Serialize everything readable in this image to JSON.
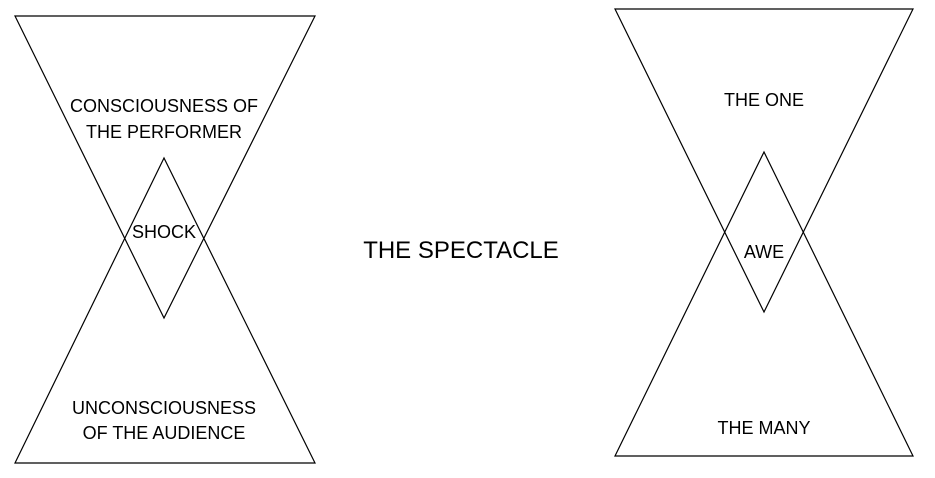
{
  "diagram": {
    "left_figure": {
      "top_label_line1": "CONSCIOUSNESS OF",
      "top_label_line2": "THE PERFORMER",
      "center_label": "SHOCK",
      "bottom_label_line1": "UNCONSCIOUSNESS",
      "bottom_label_line2": "OF THE AUDIENCE"
    },
    "center_title": "THE SPECTACLE",
    "right_figure": {
      "top_label": "THE ONE",
      "center_label": "AWE",
      "bottom_label": "THE MANY"
    },
    "colors": {
      "stroke": "#000000",
      "background": "#ffffff"
    }
  }
}
